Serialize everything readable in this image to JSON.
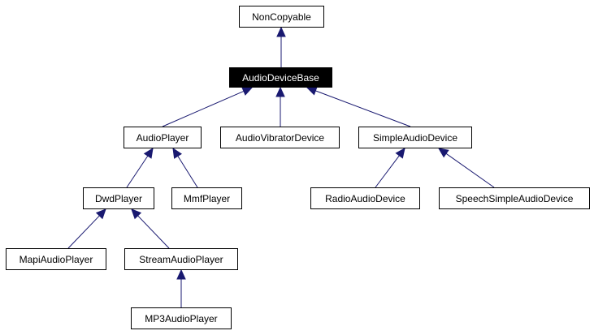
{
  "diagram": {
    "nodes": {
      "noncopyable": "NonCopyable",
      "audiodevicebase": "AudioDeviceBase",
      "audioplayer": "AudioPlayer",
      "audiovibratordevice": "AudioVibratorDevice",
      "simpleaudiodevice": "SimpleAudioDevice",
      "dwdplayer": "DwdPlayer",
      "mmfplayer": "MmfPlayer",
      "radioaudiodevice": "RadioAudioDevice",
      "speechsimpleaudiodevice": "SpeechSimpleAudioDevice",
      "mapiaudioplayer": "MapiAudioPlayer",
      "streamaudioplayer": "StreamAudioPlayer",
      "mp3audioplayer": "MP3AudioPlayer"
    },
    "edges": [
      {
        "from": "audiodevicebase",
        "to": "noncopyable"
      },
      {
        "from": "audioplayer",
        "to": "audiodevicebase"
      },
      {
        "from": "audiovibratordevice",
        "to": "audiodevicebase"
      },
      {
        "from": "simpleaudiodevice",
        "to": "audiodevicebase"
      },
      {
        "from": "dwdplayer",
        "to": "audioplayer"
      },
      {
        "from": "mmfplayer",
        "to": "audioplayer"
      },
      {
        "from": "radioaudiodevice",
        "to": "simpleaudiodevice"
      },
      {
        "from": "speechsimpleaudiodevice",
        "to": "simpleaudiodevice"
      },
      {
        "from": "mapiaudioplayer",
        "to": "dwdplayer"
      },
      {
        "from": "streamaudioplayer",
        "to": "dwdplayer"
      },
      {
        "from": "mp3audioplayer",
        "to": "streamaudioplayer"
      }
    ],
    "highlighted": "audiodevicebase",
    "colors": {
      "edge": "#191970",
      "node_border": "#000000",
      "highlight_fill": "#000000",
      "highlight_text": "#ffffff"
    }
  }
}
